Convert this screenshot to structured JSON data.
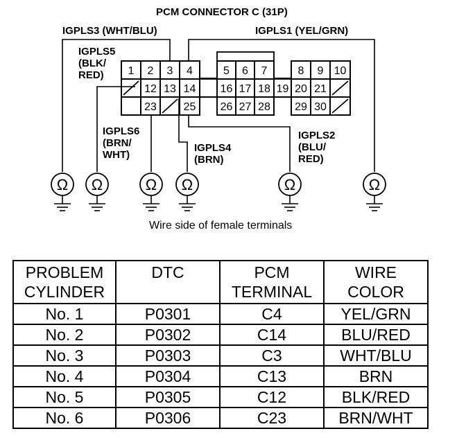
{
  "diagram": {
    "title": "PCM CONNECTOR C (31P)",
    "caption": "Wire side of female terminals",
    "wires": {
      "igpls3": "IGPLS3 (WHT/BLU)",
      "igpls1": "IGPLS1 (YEL/GRN)",
      "igpls5": [
        "IGPLS5",
        "(BLK/",
        "RED)"
      ],
      "igpls6": [
        "IGPLS6",
        "(BRN/",
        "WHT)"
      ],
      "igpls4": [
        "IGPLS4",
        "(BRN)"
      ],
      "igpls2": [
        "IGPLS2",
        "(BLU/",
        "RED)"
      ]
    },
    "connector_rows": [
      [
        "1",
        "2",
        "3",
        "4",
        "",
        "5",
        "6",
        "7",
        "",
        "8",
        "9",
        "10"
      ],
      [
        "",
        "12",
        "13",
        "14",
        "",
        "16",
        "17",
        "18",
        "19",
        "20",
        "21",
        ""
      ],
      [
        "",
        "23",
        "",
        "25",
        "",
        "26",
        "27",
        "28",
        "",
        "29",
        "30",
        ""
      ]
    ],
    "ohm_symbol": "Ω"
  },
  "table": {
    "headers": [
      [
        "PROBLEM",
        "CYLINDER"
      ],
      [
        "DTC",
        ""
      ],
      [
        "PCM",
        "TERMINAL"
      ],
      [
        "WIRE",
        "COLOR"
      ]
    ],
    "rows": [
      [
        "No. 1",
        "P0301",
        "C4",
        "YEL/GRN"
      ],
      [
        "No. 2",
        "P0302",
        "C14",
        "BLU/RED"
      ],
      [
        "No. 3",
        "P0303",
        "C3",
        "WHT/BLU"
      ],
      [
        "No. 4",
        "P0304",
        "C13",
        "BRN"
      ],
      [
        "No. 5",
        "P0305",
        "C12",
        "BLK/RED"
      ],
      [
        "No. 6",
        "P0306",
        "C23",
        "BRN/WHT"
      ]
    ]
  }
}
